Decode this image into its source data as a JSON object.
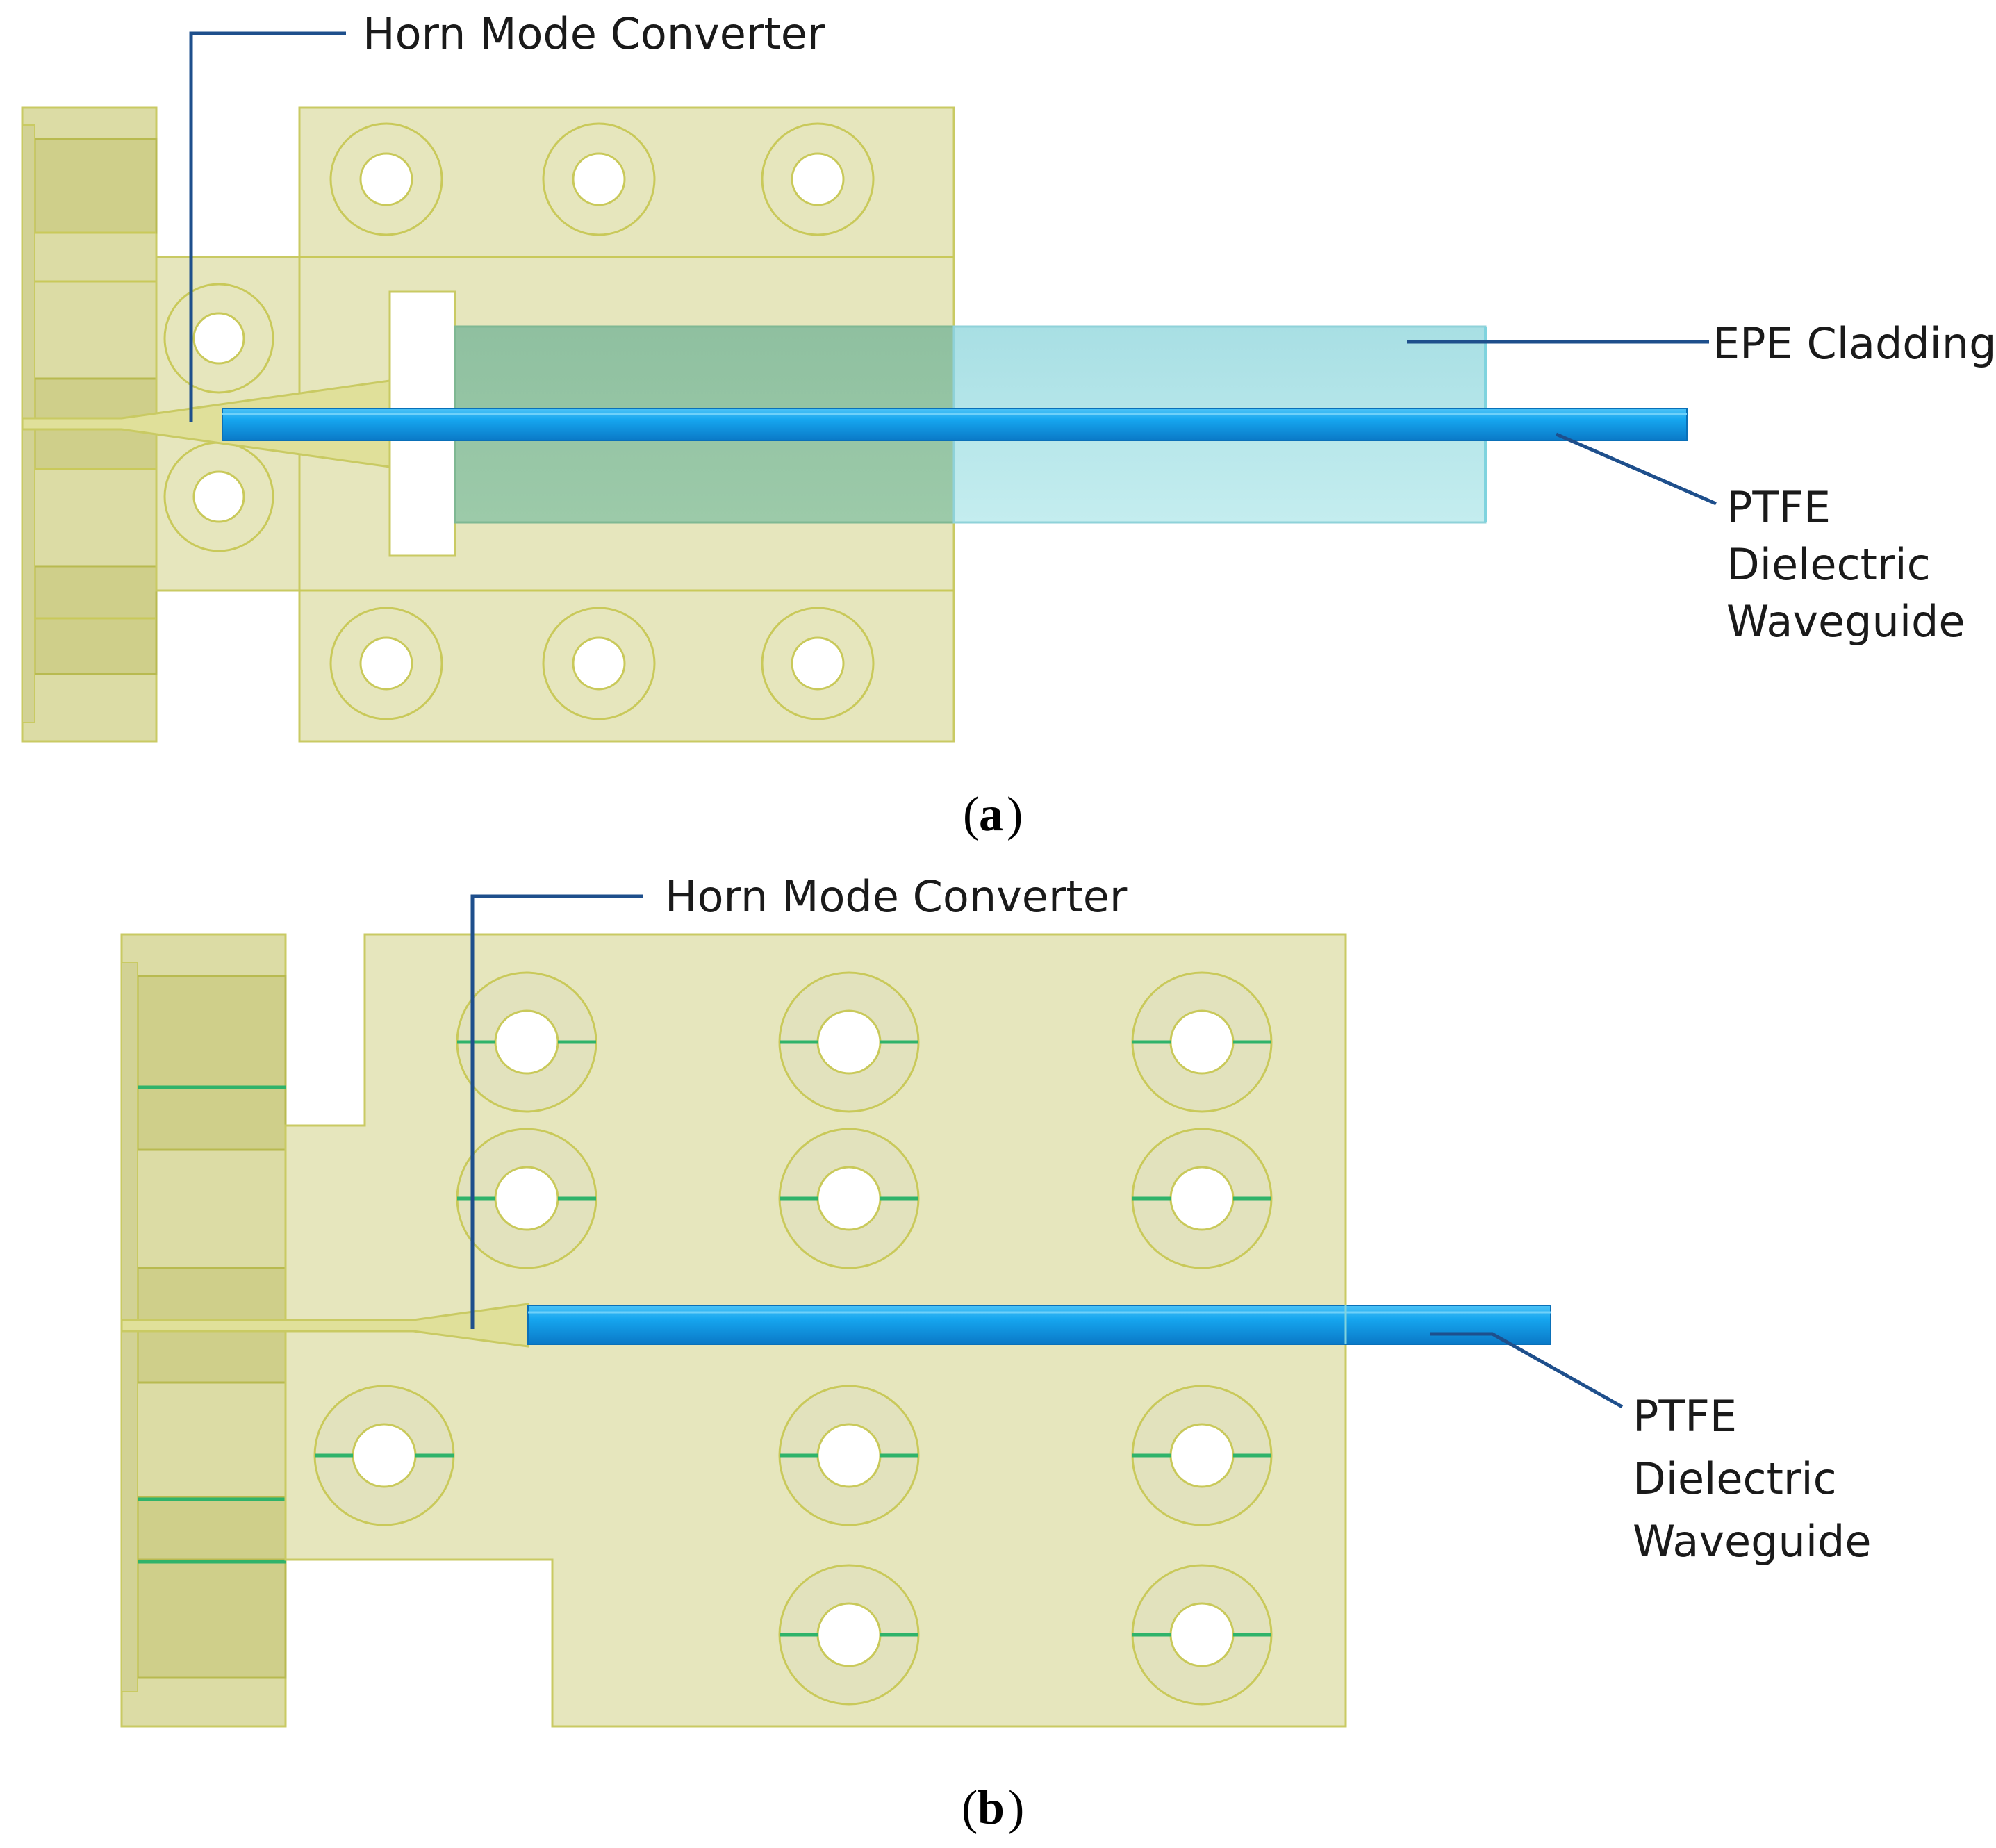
{
  "panel_a": {
    "label_horn": "Horn Mode Converter",
    "label_epe": "EPE Cladding",
    "label_ptfe": [
      "PTFE",
      "Dielectric",
      "Waveguide"
    ],
    "caption_letter": "a"
  },
  "panel_b": {
    "label_horn": "Horn Mode Converter",
    "label_ptfe": [
      "PTFE",
      "Dielectric",
      "Waveguide"
    ],
    "caption_letter": "b"
  },
  "colors": {
    "metal_body": "#e6e6bd",
    "outline": "#c9ca63",
    "ptfe_blue": "#0a9be8",
    "epe_cyan": "#b5e5ea",
    "leader_line": "#1e4f8c"
  }
}
